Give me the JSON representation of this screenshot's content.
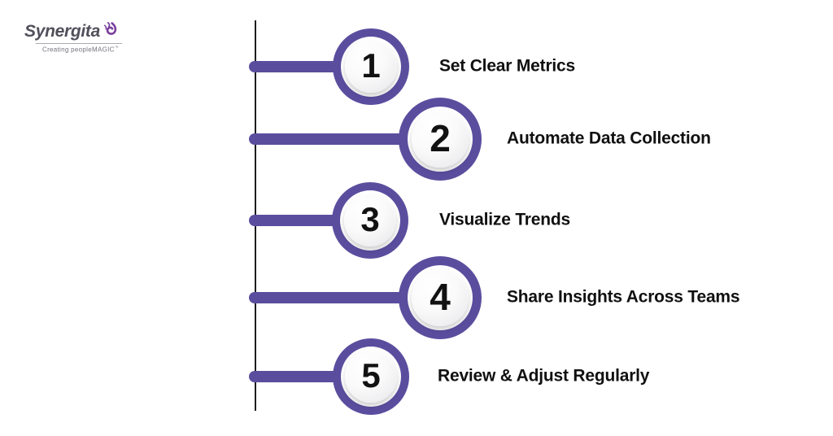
{
  "page": {
    "background": "#ffffff"
  },
  "logo": {
    "brand": "Synergita",
    "tagline": "Creating peopleMAGIC",
    "tagline_mark": "™",
    "swirl_icon": "peacock-swirl-icon",
    "brand_color": "#514f5a",
    "icon_color": "#7b3f9d"
  },
  "theme": {
    "accent_purple": "#5b4d9e",
    "circle_face_shade": "#e2e2e5",
    "timeline_line_color": "#1d1d1f",
    "label_text_color": "#101010"
  },
  "steps": [
    {
      "number": "1",
      "label": "Set Clear Metrics"
    },
    {
      "number": "2",
      "label": "Automate Data Collection"
    },
    {
      "number": "3",
      "label": "Visualize Trends"
    },
    {
      "number": "4",
      "label": "Share Insights Across Teams"
    },
    {
      "number": "5",
      "label": "Review & Adjust Regularly"
    }
  ]
}
